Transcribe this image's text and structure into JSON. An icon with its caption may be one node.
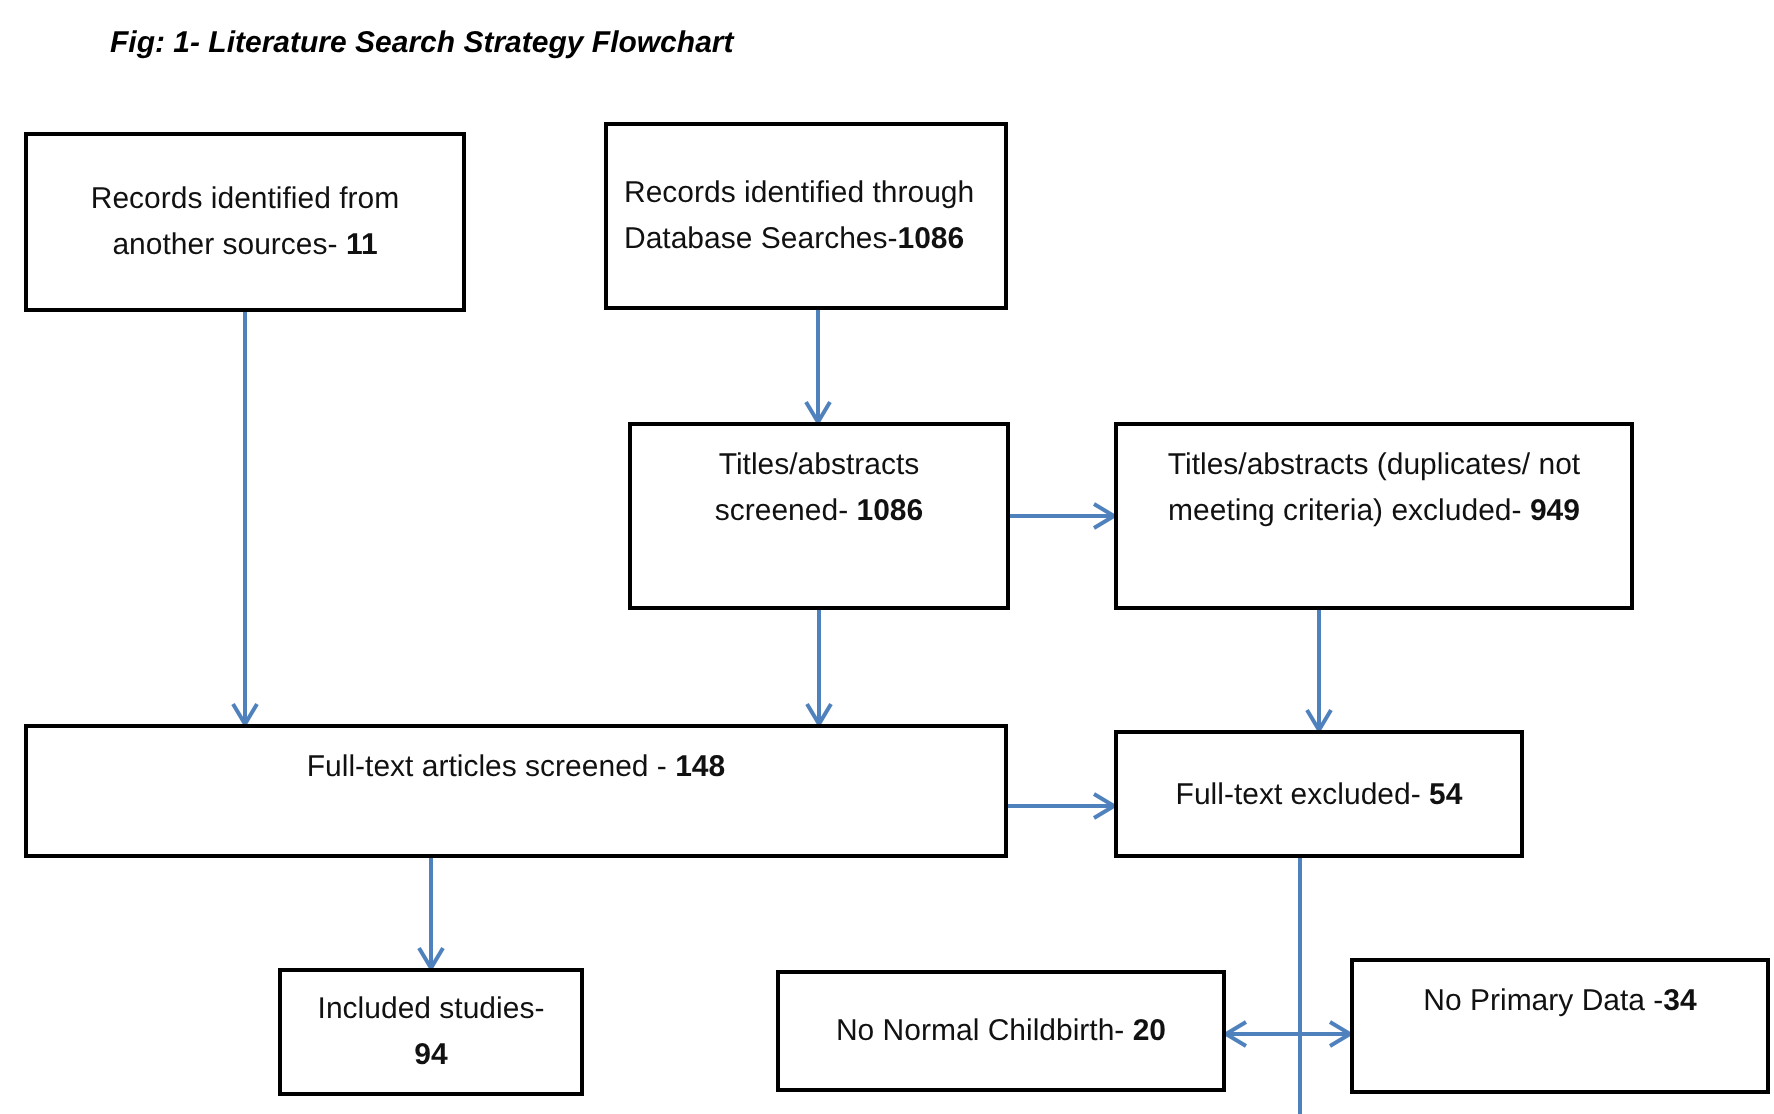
{
  "diagram": {
    "title": "Fig: 1- Literature Search Strategy Flowchart",
    "nodes": [
      {
        "text": [
          "Records identified from another sources- **11**"
        ]
      },
      {
        "text": [
          "Records identified through Database Searches-**1086**"
        ]
      },
      {
        "text": [
          "Titles/abstracts screened- **1086**"
        ]
      },
      {
        "text": [
          "Titles/abstracts (duplicates/ not meeting criteria) excluded- **949**"
        ]
      },
      {
        "text": [
          "Full-text articles screened - **148**"
        ]
      },
      {
        "text": [
          "Full-text excluded- **54**"
        ]
      },
      {
        "text": [
          "Included studies- **94**"
        ]
      },
      {
        "text": [
          "No Normal Childbirth- **20**"
        ]
      },
      {
        "text": [
          "No Primary Data -**34**"
        ]
      }
    ],
    "edges": [
      {
        "from": 0,
        "to": 4,
        "arrow": "to"
      },
      {
        "from": 1,
        "to": 2,
        "arrow": "to"
      },
      {
        "from": 2,
        "to": 3,
        "arrow": "to"
      },
      {
        "from": 2,
        "to": 4,
        "arrow": "to"
      },
      {
        "from": 3,
        "to": 5,
        "arrow": "to"
      },
      {
        "from": 4,
        "to": 5,
        "arrow": "to"
      },
      {
        "from": 4,
        "to": 6,
        "arrow": "to"
      },
      {
        "from": 5,
        "to": 7,
        "arrow": "to"
      },
      {
        "from": 5,
        "to": 8,
        "arrow": "to"
      }
    ]
  }
}
